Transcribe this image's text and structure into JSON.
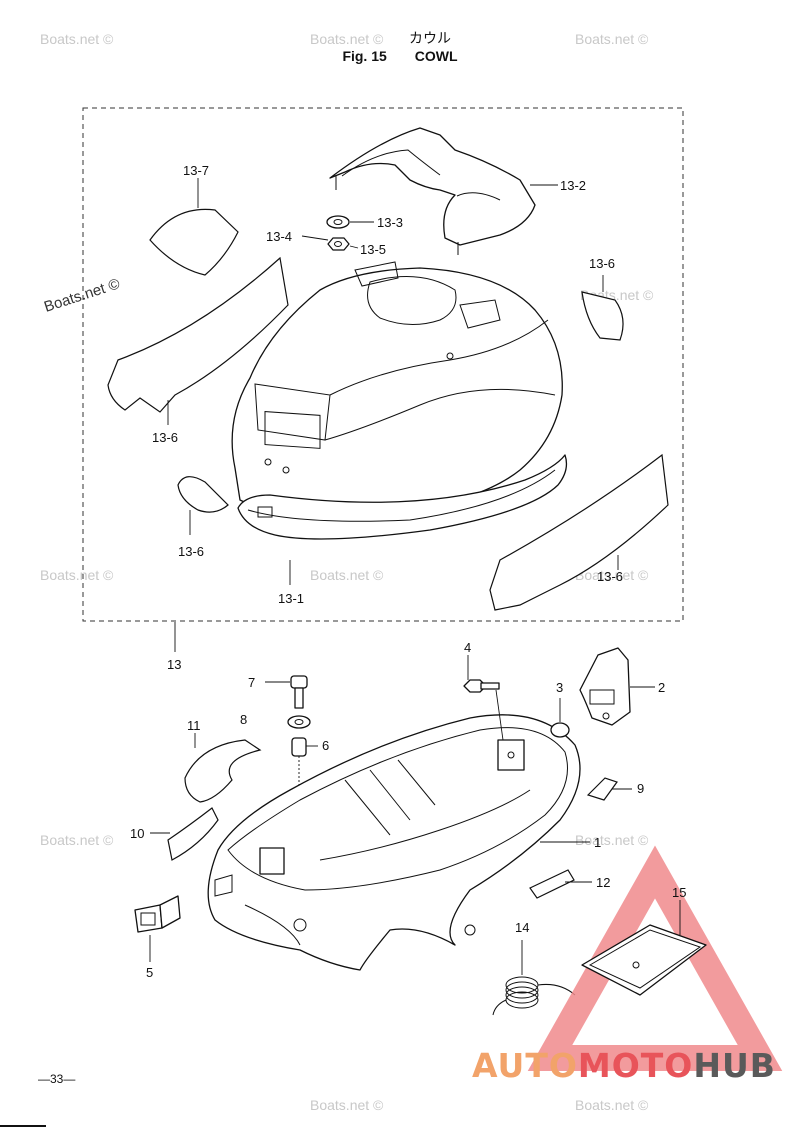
{
  "header": {
    "japanese_title": "カウル",
    "figure_number": "Fig. 15",
    "figure_title": "COWL"
  },
  "watermark": "Boats.net ©",
  "page_number": "—33—",
  "logo": {
    "part1": "AUTO",
    "part2": "MOTO",
    "part3": "HUB",
    "colors": {
      "auto": "#f2a36a",
      "moto": "#e8545a",
      "hub": "#5a5a5a",
      "triangle": "#f08a8c"
    }
  },
  "callouts": {
    "c13_7": "13-7",
    "c13_2": "13-2",
    "c13_3": "13-3",
    "c13_4": "13-4",
    "c13_5": "13-5",
    "c13_6a": "13-6",
    "c13_6b": "13-6",
    "c13_6c": "13-6",
    "c13_6d": "13-6",
    "c13_1": "13-1",
    "c13": "13",
    "c1": "1",
    "c2": "2",
    "c3": "3",
    "c4": "4",
    "c5": "5",
    "c6": "6",
    "c7": "7",
    "c8": "8",
    "c9": "9",
    "c10": "10",
    "c11": "11",
    "c12": "12",
    "c14": "14",
    "c15": "15"
  }
}
